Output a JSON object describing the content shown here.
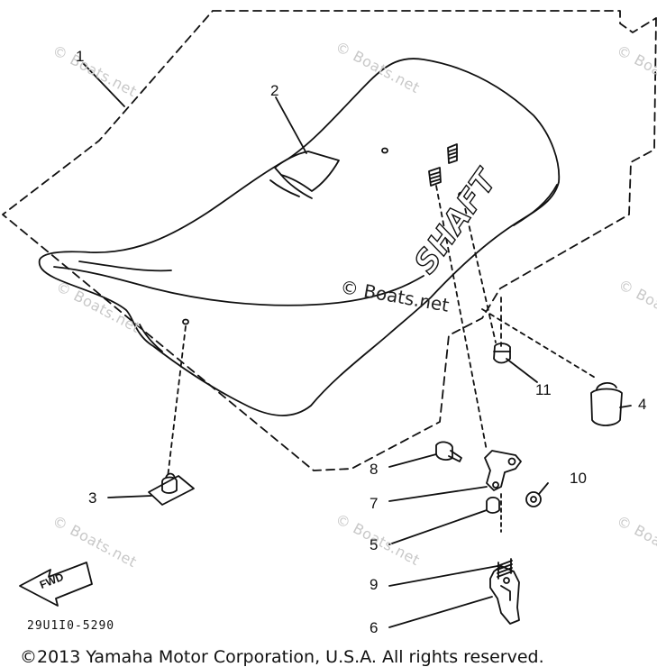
{
  "diagram": {
    "callouts": [
      {
        "id": "c1",
        "text": "1"
      },
      {
        "id": "c2",
        "text": "2"
      },
      {
        "id": "c3",
        "text": "3"
      },
      {
        "id": "c4",
        "text": "4"
      },
      {
        "id": "c5",
        "text": "5"
      },
      {
        "id": "c6",
        "text": "6"
      },
      {
        "id": "c7",
        "text": "7"
      },
      {
        "id": "c8",
        "text": "8"
      },
      {
        "id": "c9",
        "text": "9"
      },
      {
        "id": "c10",
        "text": "10"
      },
      {
        "id": "c11",
        "text": "11"
      }
    ],
    "seat_emblem": "SHAFT",
    "fwd_arrow": "FWD",
    "part_code": "29U1I0-5290",
    "watermark_center": "© Boats.net",
    "watermark_repeat": "© Boats.net",
    "copyright": "©2013 Yamaha Motor Corporation, U.S.A. All rights reserved."
  }
}
